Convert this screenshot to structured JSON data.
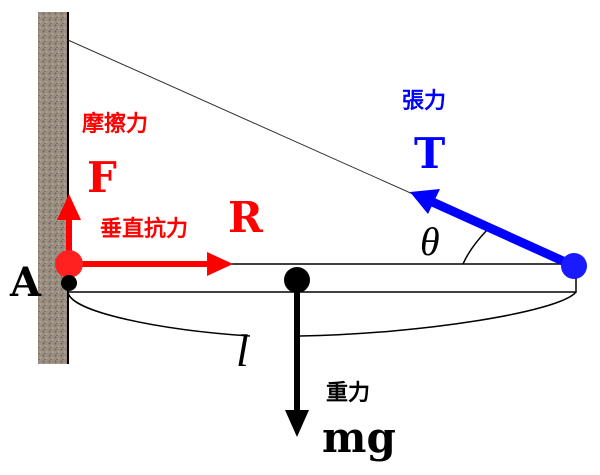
{
  "labels": {
    "friction_jp": "摩擦力",
    "friction_symbol": "F",
    "normal_jp": "垂直抗力",
    "normal_symbol": "R",
    "tension_jp": "張力",
    "tension_symbol": "T",
    "gravity_jp": "重力",
    "gravity_symbol": "mg",
    "angle_symbol": "θ",
    "length_symbol": "l",
    "point_a": "A"
  },
  "colors": {
    "friction": "#ff0000",
    "normal": "#ff0000",
    "tension": "#0000ff",
    "gravity": "#000000",
    "wall": "#8a7d70",
    "rod": "#000000"
  }
}
